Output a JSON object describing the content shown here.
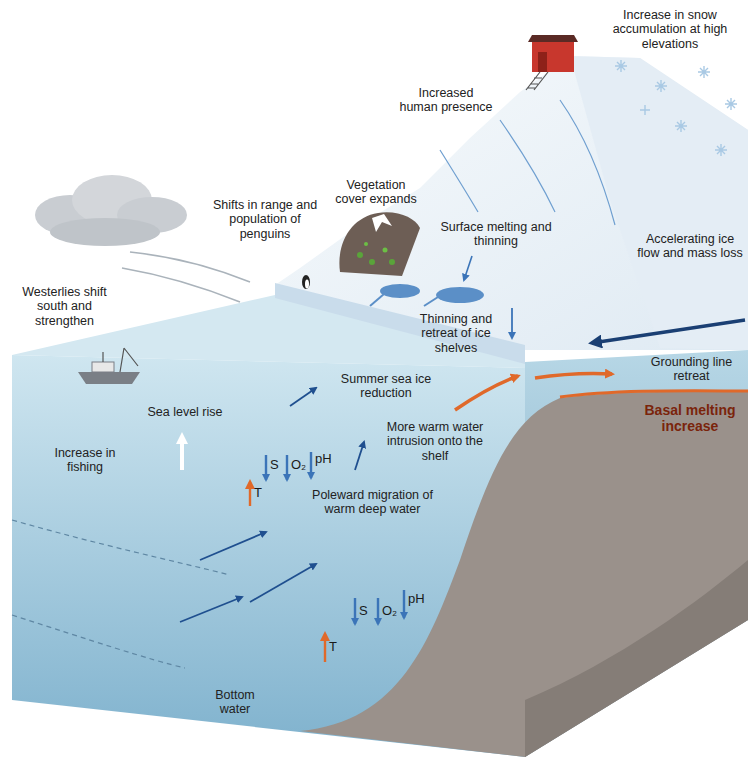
{
  "diagram": {
    "labels": [
      "Increase in snow accumulation at high elevations",
      "Increased human presence",
      "Vegetation cover expands",
      "Shifts in range and population of penguins",
      "Westerlies shift south and strengthen",
      "Surface melting and thinning",
      "Accelerating ice flow and mass loss",
      "Thinning and retreat of ice shelves",
      "Grounding line retreat",
      "Summer sea ice reduction",
      "Basal melting increase",
      "Sea level rise",
      "More warm water intrusion onto the shelf",
      "Increase in fishing",
      "Poleward migration of warm deep water",
      "T",
      "S",
      "O₂",
      "pH",
      "T",
      "S",
      "O₂",
      "pH",
      "Bottom water"
    ]
  }
}
